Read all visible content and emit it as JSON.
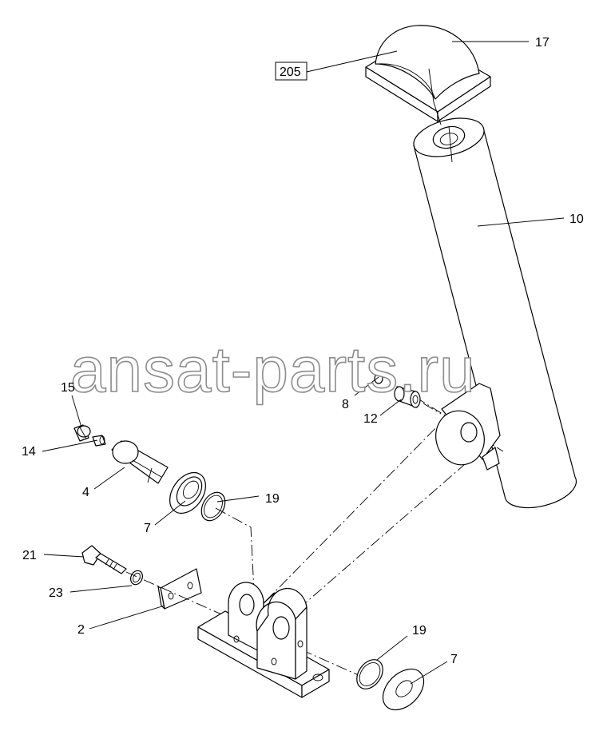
{
  "watermark": "ansat-parts.ru",
  "labels": {
    "l205": "205",
    "l17": "17",
    "l10": "10",
    "l8": "8",
    "l12": "12",
    "l15": "15",
    "l14": "14",
    "l4": "4",
    "l7a": "7",
    "l19a": "19",
    "l21": "21",
    "l23": "23",
    "l2": "2",
    "l19b": "19",
    "l7b": "7"
  }
}
